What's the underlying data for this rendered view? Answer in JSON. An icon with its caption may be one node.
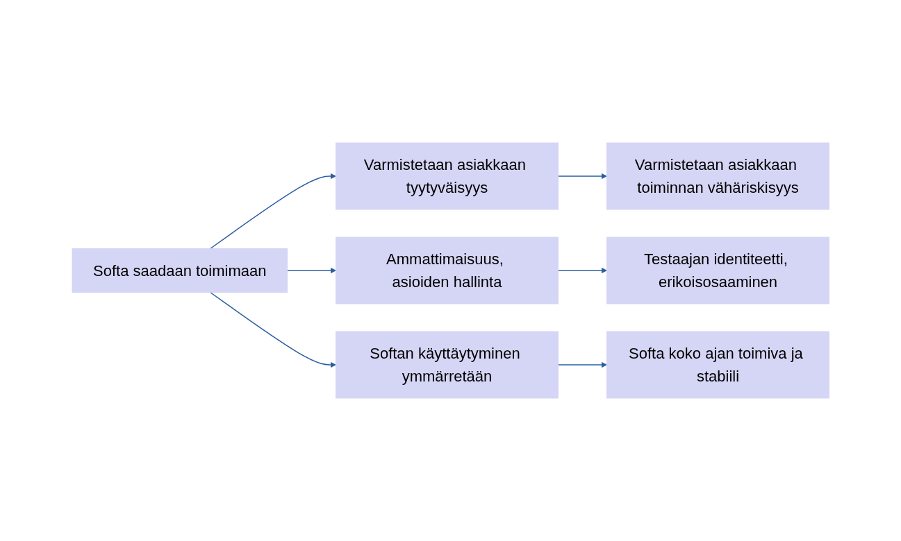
{
  "diagram": {
    "nodes": [
      {
        "text": [
          "Softa saadaan toimimaan"
        ]
      },
      {
        "text": [
          "Varmistetaan asiakkaan tyytyväisyys"
        ]
      },
      {
        "text": [
          "Varmistetaan asiakkaan toiminnan vähäriskisyys"
        ]
      },
      {
        "text": [
          "Ammattimaisuus, asioiden hallinta"
        ]
      },
      {
        "text": [
          "Testaajan identiteetti, erikoisosaaminen"
        ]
      },
      {
        "text": [
          "Softan käyttäytyminen ymmärretään"
        ]
      },
      {
        "text": [
          "Softa koko ajan toimiva ja stabiili"
        ]
      }
    ],
    "edges": [
      {
        "from": 0,
        "to": 1,
        "arrow": "to"
      },
      {
        "from": 1,
        "to": 2,
        "arrow": "to"
      },
      {
        "from": 0,
        "to": 3,
        "arrow": "to"
      },
      {
        "from": 3,
        "to": 4,
        "arrow": "to"
      },
      {
        "from": 0,
        "to": 5,
        "arrow": "to"
      },
      {
        "from": 5,
        "to": 6,
        "arrow": "to"
      }
    ]
  }
}
